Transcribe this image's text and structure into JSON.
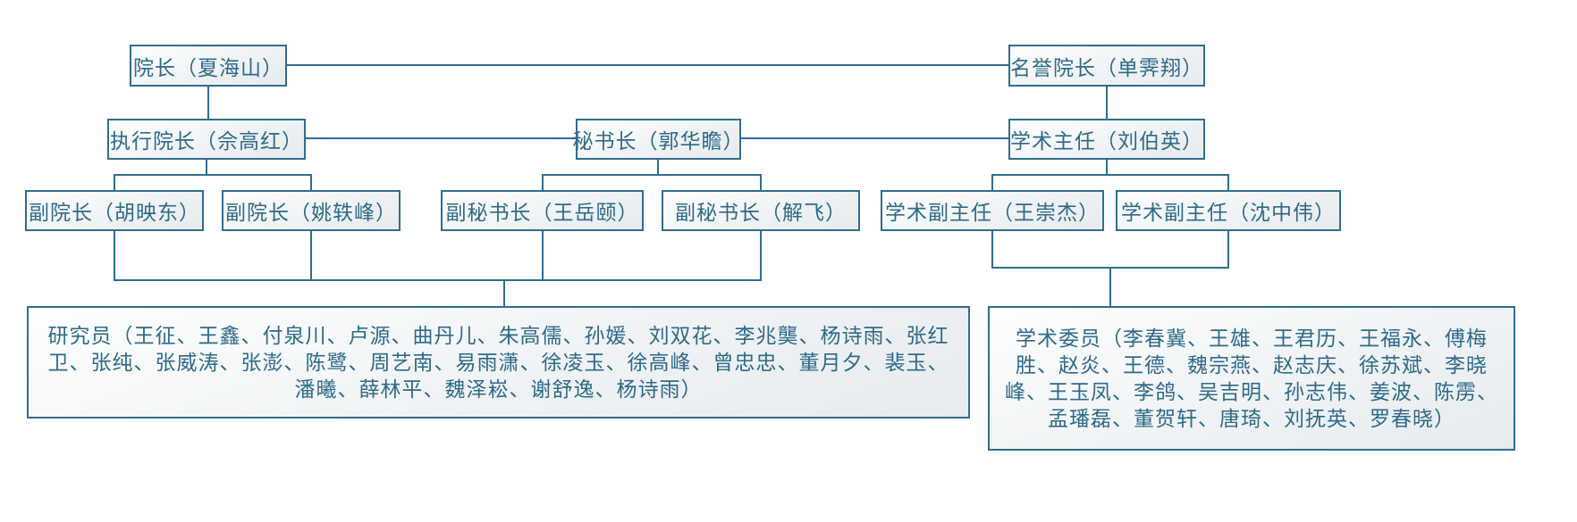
{
  "colors": {
    "line": "#2f6e90",
    "text": "#2e6b89",
    "box_fill_top": "#fdfefe",
    "box_fill_bottom": "#e7ebee"
  },
  "nodes": {
    "president": "院长（夏海山）",
    "honorary_president": "名誉院长（单霁翔）",
    "executive_president": "执行院长（佘高红）",
    "secretary_general": "秘书长（郭华瞻）",
    "academic_director": "学术主任（刘伯英）",
    "vice_president_1": "副院长（胡映东）",
    "vice_president_2": "副院长（姚轶峰）",
    "deputy_secretary_general_1": "副秘书长（王岳颐）",
    "deputy_secretary_general_2": "副秘书长（解飞）",
    "academic_deputy_director_1": "学术副主任（王崇杰）",
    "academic_deputy_director_2": "学术副主任（沈中伟）",
    "researchers": "研究员（王征、王鑫、付泉川、卢源、曲丹儿、朱高儒、孙媛、刘双花、李兆龑、杨诗雨、张红卫、张纯、张威涛、张澎、陈鹭、周艺南、易雨潇、徐凌玉、徐高峰、曾忠忠、董月夕、裴玉、潘曦、薛林平、魏泽崧、谢舒逸、杨诗雨）",
    "academic_committee": "学术委员（李春冀、王雄、王君历、王福永、傅梅胜、赵炎、王德、魏宗燕、赵志庆、徐苏斌、李晓峰、王玉凤、李鸽、吴吉明、孙志伟、姜波、陈雳、孟璠磊、董贺轩、唐琦、刘抚英、罗春晓）"
  }
}
